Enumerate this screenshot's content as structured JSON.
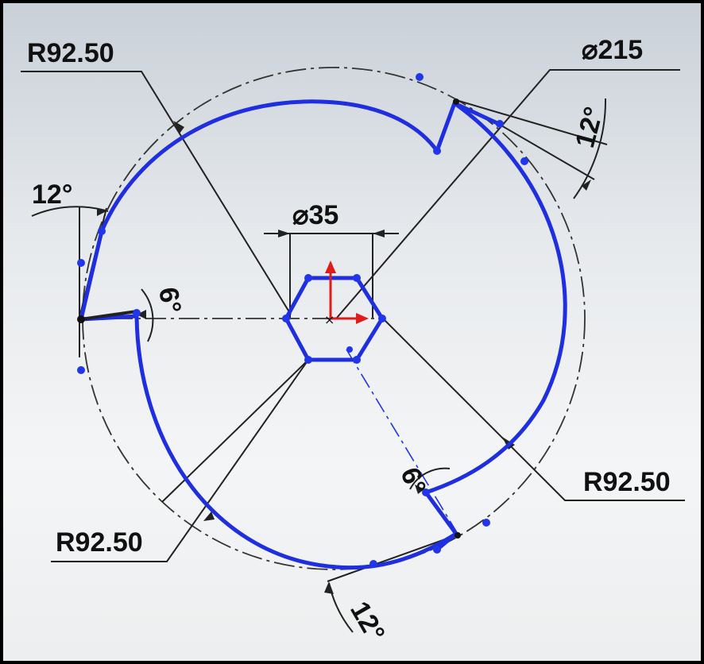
{
  "dimensions": {
    "radius_top_left": "R92.50",
    "diameter_outer": "⌀215",
    "radius_right": "R92.50",
    "radius_bottom_left": "R92.50",
    "diameter_hex": "⌀35",
    "angle_top_right": "12°",
    "angle_left": "12°",
    "angle_bottom": "12°",
    "angle_inner_left": "6°",
    "angle_inner_right": "6°"
  },
  "colors": {
    "profile": "#1f2fe0",
    "dimension_line": "#222222",
    "origin_axis": "#e01b1b",
    "background": "#eceeef"
  }
}
